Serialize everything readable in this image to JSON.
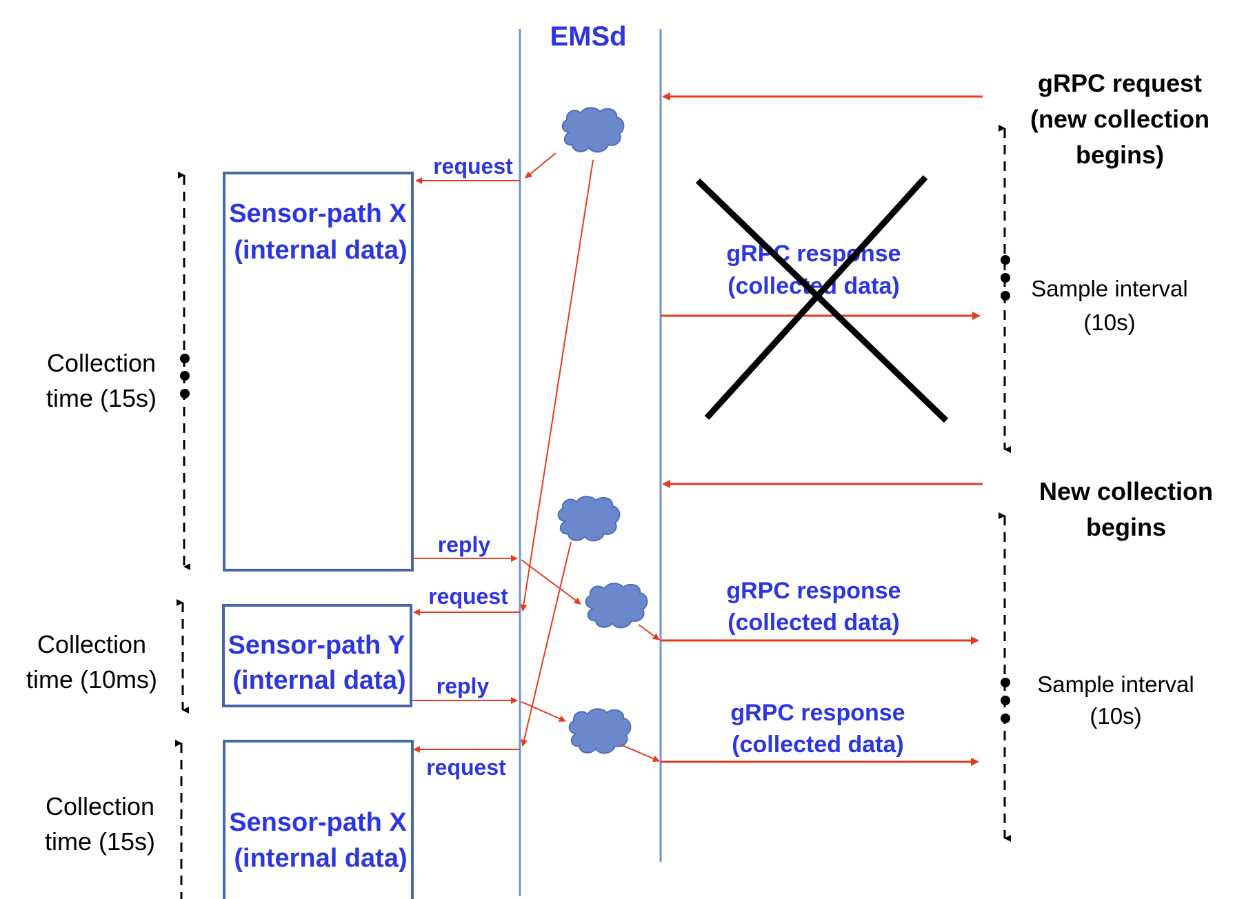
{
  "colors": {
    "lane": "#6f92d0",
    "arrow": "#e63a1e",
    "label": "#2b35e0",
    "cloud_fill": "#6b88cc",
    "cloud_stroke": "#4f6eb6",
    "box_stroke": "#4b66a8",
    "cross": "#000000"
  },
  "icons": {
    "cloud": "cloud-icon",
    "cross": "cross-mark-icon",
    "bullet": "bullet-dot-icon"
  },
  "title": "EMSd",
  "right": {
    "request_line1": "gRPC request",
    "request_line2": "(new collection",
    "request_line3": "begins)",
    "new_line1": "New collection",
    "new_line2": "begins",
    "interval1_line1": "Sample interval",
    "interval1_line2": "(10s)",
    "interval2_line1": "Sample interval",
    "interval2_line2": "(10s)"
  },
  "responses": {
    "r1_line1": "gRPC response",
    "r1_line2": "(collected data)",
    "r2_line1": "gRPC response",
    "r2_line2": "(collected data)",
    "r3_line1": "gRPC response",
    "r3_line2": "(collected data)"
  },
  "boxes": {
    "b1_line1": "Sensor-path X",
    "b1_line2": "(internal data)",
    "b2_line1": "Sensor-path Y",
    "b2_line2": "(internal data)",
    "b3_line1": "Sensor-path X",
    "b3_line2": "(internal data)"
  },
  "left": {
    "c1_line1": "Collection",
    "c1_line2": "time (15s)",
    "c2_line1": "Collection",
    "c2_line2": "time (10ms)",
    "c3_line1": "Collection",
    "c3_line2": "time (15s)"
  },
  "messages": {
    "req1": "request",
    "reply1": "reply",
    "req2": "request",
    "reply2": "reply",
    "req3": "request"
  }
}
